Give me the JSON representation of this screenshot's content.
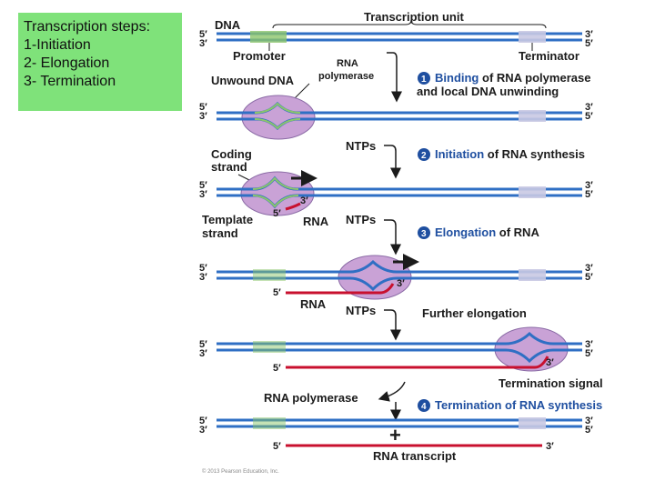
{
  "note": {
    "title": "Transcription steps:",
    "items": [
      "1-Initiation",
      "2- Elongation",
      "3- Termination"
    ]
  },
  "diagram": {
    "dna": "DNA",
    "transcription_unit": "Transcription unit",
    "promoter": "Promoter",
    "terminator": "Terminator",
    "rna_polymerase_line1": "RNA",
    "rna_polymerase_line2": "polymerase",
    "unwound_dna": "Unwound DNA",
    "coding_strand_line1": "Coding",
    "coding_strand_line2": "strand",
    "template_strand_line1": "Template",
    "template_strand_line2": "strand",
    "ntps": "NTPs",
    "rna": "RNA",
    "further_elongation": "Further elongation",
    "termination_signal": "Termination signal",
    "rna_polymerase": "RNA polymerase",
    "rna_transcript": "RNA transcript",
    "plus": "+",
    "five_prime": "5′",
    "three_prime": "3′",
    "copyright": "© 2013 Pearson Education, Inc.",
    "steps": [
      {
        "num": "1",
        "bold": "Binding",
        "rest": " of RNA polymerase",
        "line2": "and local DNA unwinding"
      },
      {
        "num": "2",
        "bold": "Initiation",
        "rest": " of RNA synthesis"
      },
      {
        "num": "3",
        "bold": "Elongation",
        "rest": " of RNA"
      },
      {
        "num": "4",
        "bold": "Termination",
        "rest": " of RNA synthesis"
      }
    ]
  },
  "colors": {
    "note_bg": "#7fe27a",
    "dna_strand": "#2f6fc4",
    "promoter": "#8cc56b",
    "terminator": "#c9c9e3",
    "polymerase": "#c9a2d6",
    "rna": "#c8102e",
    "step_circle": "#1f4fa0"
  }
}
